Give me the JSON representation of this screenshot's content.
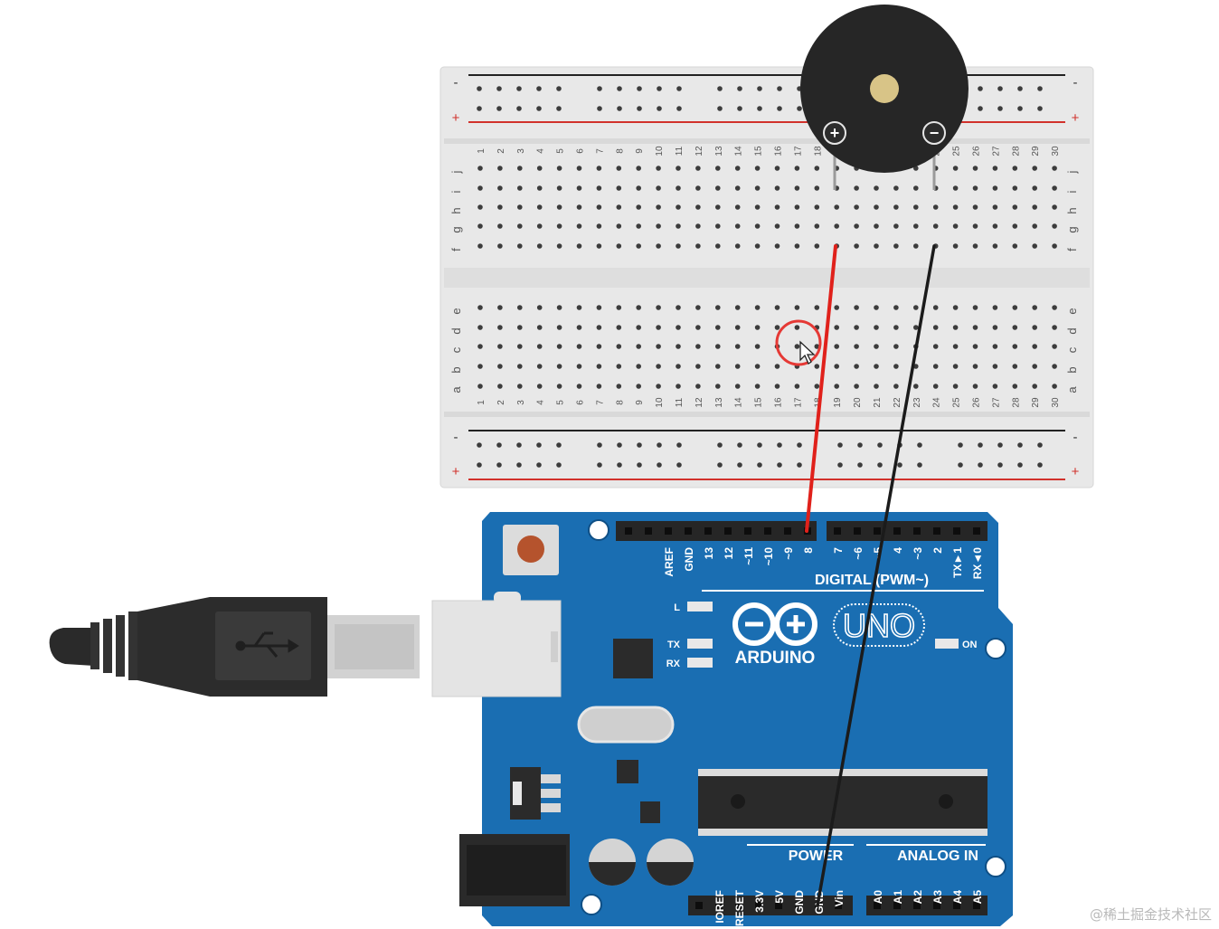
{
  "breadboard": {
    "rail_minus": "-",
    "rail_plus": "+",
    "row_letters_top": [
      "j",
      "i",
      "h",
      "g",
      "f"
    ],
    "row_letters_bottom": [
      "e",
      "d",
      "c",
      "b",
      "a"
    ],
    "column_numbers": [
      "1",
      "2",
      "3",
      "4",
      "5",
      "6",
      "7",
      "8",
      "9",
      "10",
      "11",
      "12",
      "13",
      "14",
      "15",
      "16",
      "17",
      "18",
      "19",
      "20",
      "21",
      "22",
      "23",
      "24",
      "25",
      "26",
      "27",
      "28",
      "29",
      "30"
    ]
  },
  "buzzer": {
    "plus": "+",
    "minus": "−"
  },
  "arduino": {
    "brand": "ARDUINO",
    "model": "UNO",
    "digital_label": "DIGITAL (PWM~)",
    "digital_pins_left": [
      "AREF",
      "GND",
      "13",
      "12",
      "~11",
      "~10",
      "~9",
      "8"
    ],
    "digital_pins_right": [
      "7",
      "~6",
      "~5",
      "4",
      "~3",
      "2",
      "TX►1",
      "RX◄0"
    ],
    "led_l": "L",
    "led_tx": "TX",
    "led_rx": "RX",
    "led_on": "ON",
    "power_label": "POWER",
    "analog_label": "ANALOG IN",
    "power_pins": [
      "IOREF",
      "RESET",
      "3.3V",
      "5V",
      "GND",
      "GND",
      "Vin"
    ],
    "analog_pins": [
      "A0",
      "A1",
      "A2",
      "A3",
      "A4",
      "A5"
    ]
  },
  "watermark": "@稀土掘金技术社区",
  "colors": {
    "board_blue": "#1a6eb2",
    "breadboard": "#e9e9e9",
    "wire_red": "#e0211b",
    "wire_black": "#1b1b1b",
    "cursor_ring": "#e53935",
    "rail_red": "#d1312b"
  }
}
